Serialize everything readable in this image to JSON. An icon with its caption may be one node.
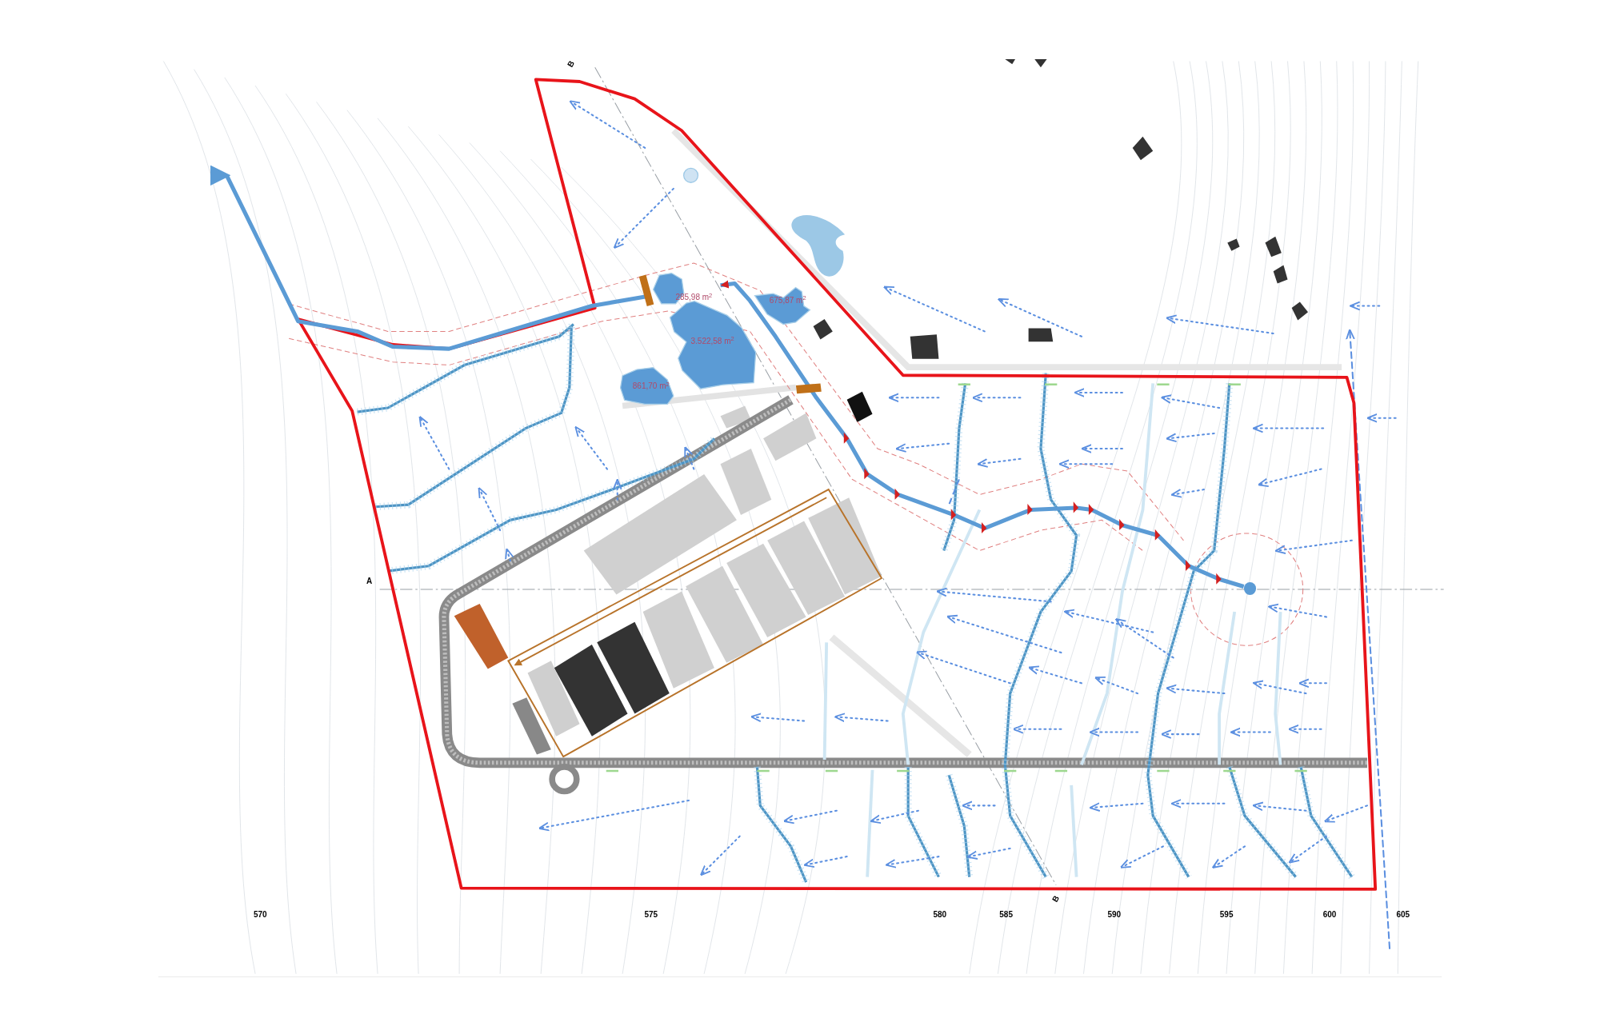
{
  "diagram": {
    "nodes": [
      {
        "text": [
          "285,98 m$^{2}$"
        ]
      },
      {
        "text": [
          "675,87 m$^{2}$"
        ]
      },
      {
        "text": [
          "3.522,58 m$^{2}$"
        ]
      },
      {
        "text": [
          "861,70 m$^{2}$"
        ]
      },
      {
        "text": [],
        "shape": "circle"
      }
    ],
    "edges": [
      {
        "from": 4,
        "to": 0,
        "arrow": "to"
      },
      {
        "from": 0,
        "to": null,
        "arrow": "to"
      }
    ],
    "labels": [
      "B",
      "A",
      "570",
      "575",
      "580",
      "585",
      "590",
      "595",
      "600",
      "605",
      "B"
    ]
  }
}
